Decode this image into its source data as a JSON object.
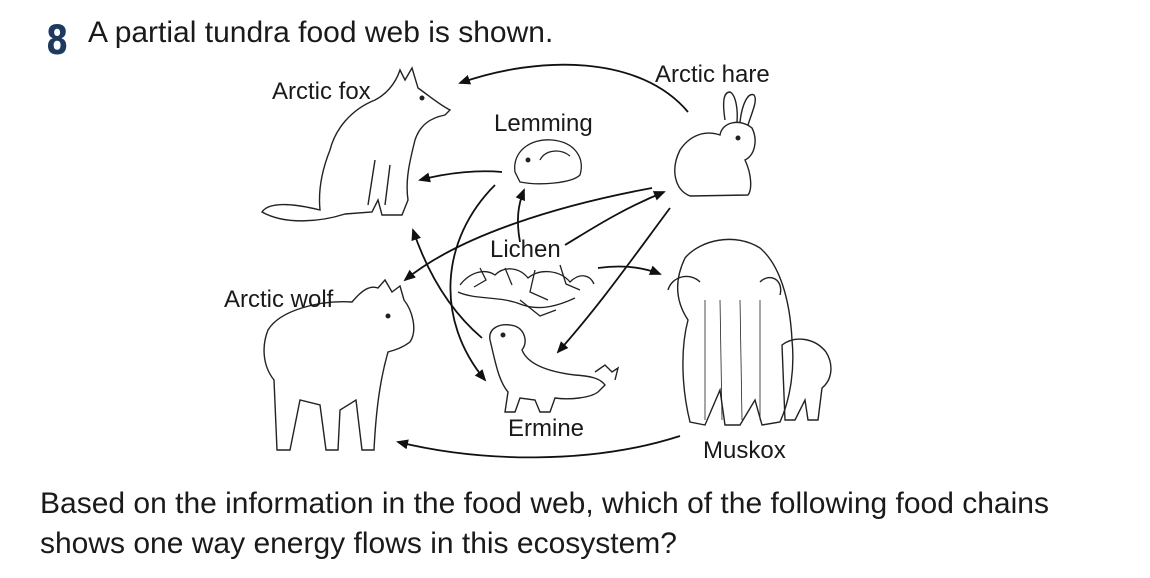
{
  "question": {
    "number": "8",
    "intro": "A partial tundra food web is shown.",
    "prompt": "Based on the information in the food web, which of the following food chains shows one way energy flows in this ecosystem?"
  },
  "organisms": {
    "arctic_fox": "Arctic fox",
    "arctic_hare": "Arctic hare",
    "lemming": "Lemming",
    "lichen": "Lichen",
    "arctic_wolf": "Arctic wolf",
    "ermine": "Ermine",
    "muskox": "Muskox"
  },
  "energy_flow": [
    {
      "from": "Arctic hare",
      "to": "Arctic fox"
    },
    {
      "from": "Lemming",
      "to": "Arctic fox"
    },
    {
      "from": "Lichen",
      "to": "Lemming"
    },
    {
      "from": "Lichen",
      "to": "Arctic hare"
    },
    {
      "from": "Lichen",
      "to": "Muskox"
    },
    {
      "from": "Arctic hare",
      "to": "Arctic wolf"
    },
    {
      "from": "Arctic hare",
      "to": "Ermine"
    },
    {
      "from": "Lemming",
      "to": "Ermine"
    },
    {
      "from": "Ermine",
      "to": "Arctic fox"
    },
    {
      "from": "Muskox",
      "to": "Arctic wolf"
    }
  ]
}
